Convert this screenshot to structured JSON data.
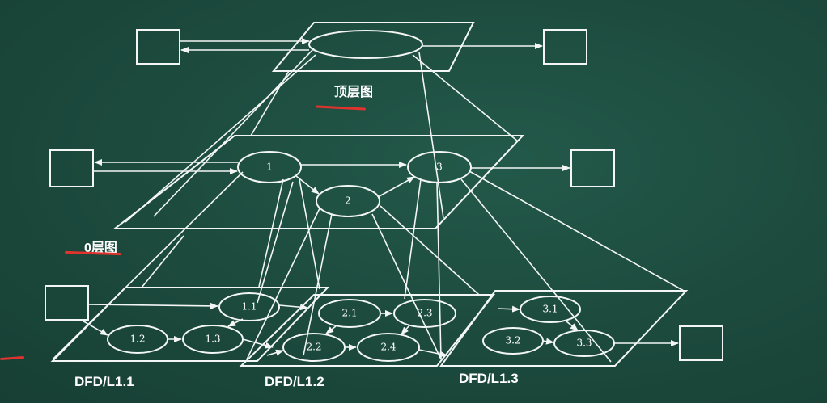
{
  "labels": {
    "top": "顶层图",
    "level0": "0层图",
    "dfd1": "DFD/L1.1",
    "dfd2": "DFD/L1.2",
    "dfd3": "DFD/L1.3"
  },
  "level0_nodes": [
    "1",
    "2",
    "3"
  ],
  "level1_nodes": {
    "group1": [
      "1.1",
      "1.2",
      "1.3"
    ],
    "group2": [
      "2.1",
      "2.2",
      "2.3",
      "2.4"
    ],
    "group3": [
      "3.1",
      "3.2",
      "3.3"
    ]
  },
  "colors": {
    "board": "#1d4a3c",
    "chalk": "#f3f6f4",
    "underline": "#e0332e"
  }
}
